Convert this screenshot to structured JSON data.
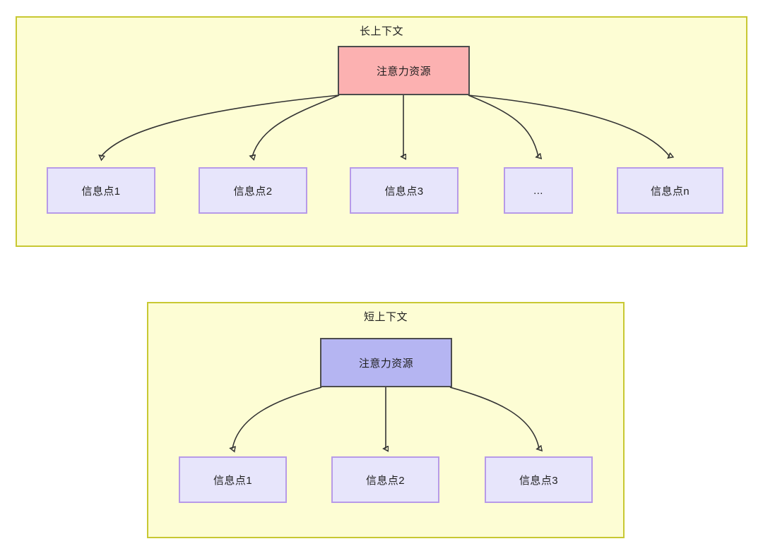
{
  "figure": {
    "title": "",
    "type": "diagram",
    "description": "Two-panel comparison diagram of attention resource distribution across long vs short context"
  },
  "panels": [
    {
      "id": "long-context",
      "title": "长上下文",
      "root": {
        "label": "注意力资源",
        "fill": "#fcb1b1",
        "stroke": "#4d4d4d"
      },
      "children": [
        {
          "label": "信息点1"
        },
        {
          "label": "信息点2"
        },
        {
          "label": "信息点3"
        },
        {
          "label": "..."
        },
        {
          "label": "信息点n"
        }
      ]
    },
    {
      "id": "short-context",
      "title": "短上下文",
      "root": {
        "label": "注意力资源",
        "fill": "#b5b5f2",
        "stroke": "#4d4d4d"
      },
      "children": [
        {
          "label": "信息点1"
        },
        {
          "label": "信息点2"
        },
        {
          "label": "信息点3"
        }
      ]
    }
  ],
  "colors": {
    "panel_background": "#fdfdd4",
    "panel_border": "#c8c832",
    "info_node_fill": "#e7e5fb",
    "info_node_border": "#b79ae8",
    "edge_stroke": "#333333",
    "canvas_background": "#ffffff"
  }
}
